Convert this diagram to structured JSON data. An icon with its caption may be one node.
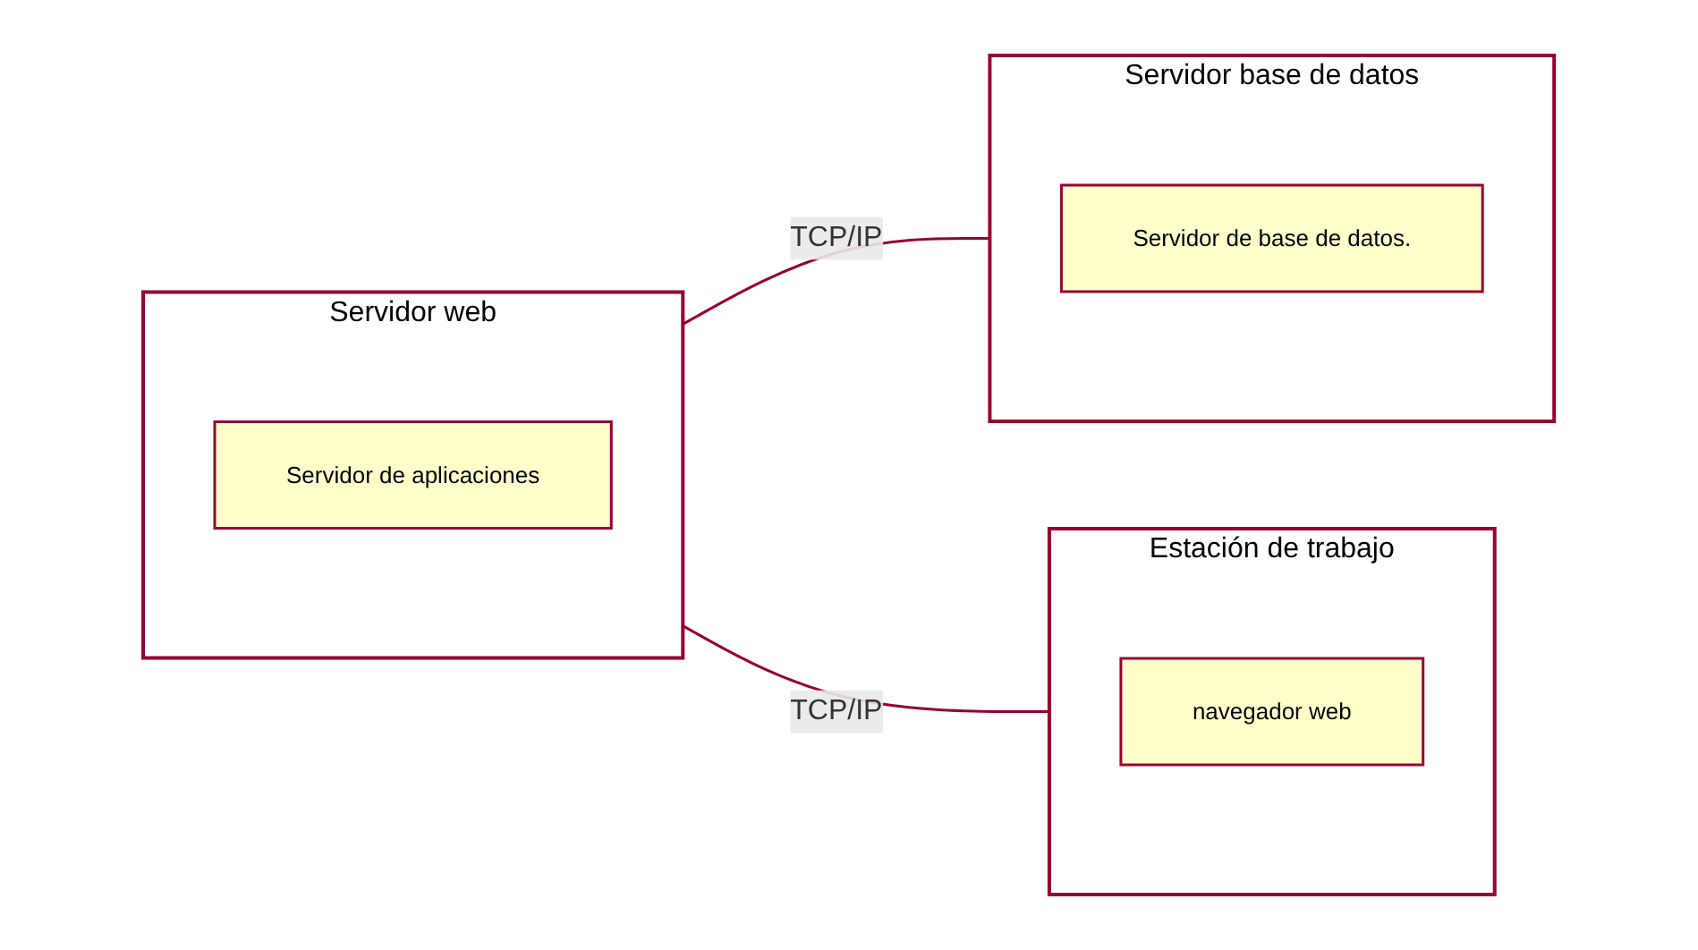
{
  "diagram": {
    "nodes": [
      {
        "text": [
          "Servidor web"
        ]
      },
      {
        "text": [
          "Servidor de aplicaciones"
        ],
        "in": 0
      },
      {
        "text": [
          "Servidor base de datos"
        ]
      },
      {
        "text": [
          "Servidor de base de datos."
        ],
        "in": 2
      },
      {
        "text": [
          "Estación de trabajo"
        ]
      },
      {
        "text": [
          "navegador web"
        ],
        "in": 4
      }
    ],
    "edges": [
      {
        "from": 0,
        "to": 2,
        "arrow": "none",
        "label": "TCP/IP"
      },
      {
        "from": 0,
        "to": 4,
        "arrow": "none",
        "label": "TCP/IP"
      }
    ]
  }
}
